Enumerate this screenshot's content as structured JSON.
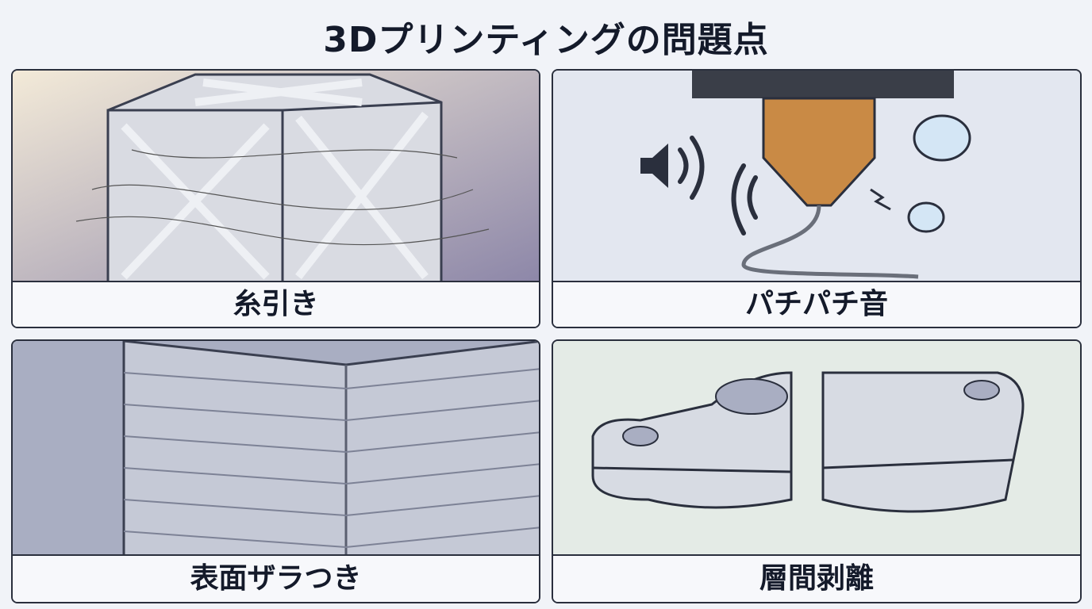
{
  "title": "3Dプリンティングの問題点",
  "panels": [
    {
      "label": "糸引き",
      "icon": "stringing-cube-illustration"
    },
    {
      "label": "パチパチ音",
      "icon": "nozzle-popping-sound-illustration"
    },
    {
      "label": "表面ザラつき",
      "icon": "rough-surface-layers-illustration"
    },
    {
      "label": "層間剥離",
      "icon": "layer-separation-part-illustration"
    }
  ]
}
